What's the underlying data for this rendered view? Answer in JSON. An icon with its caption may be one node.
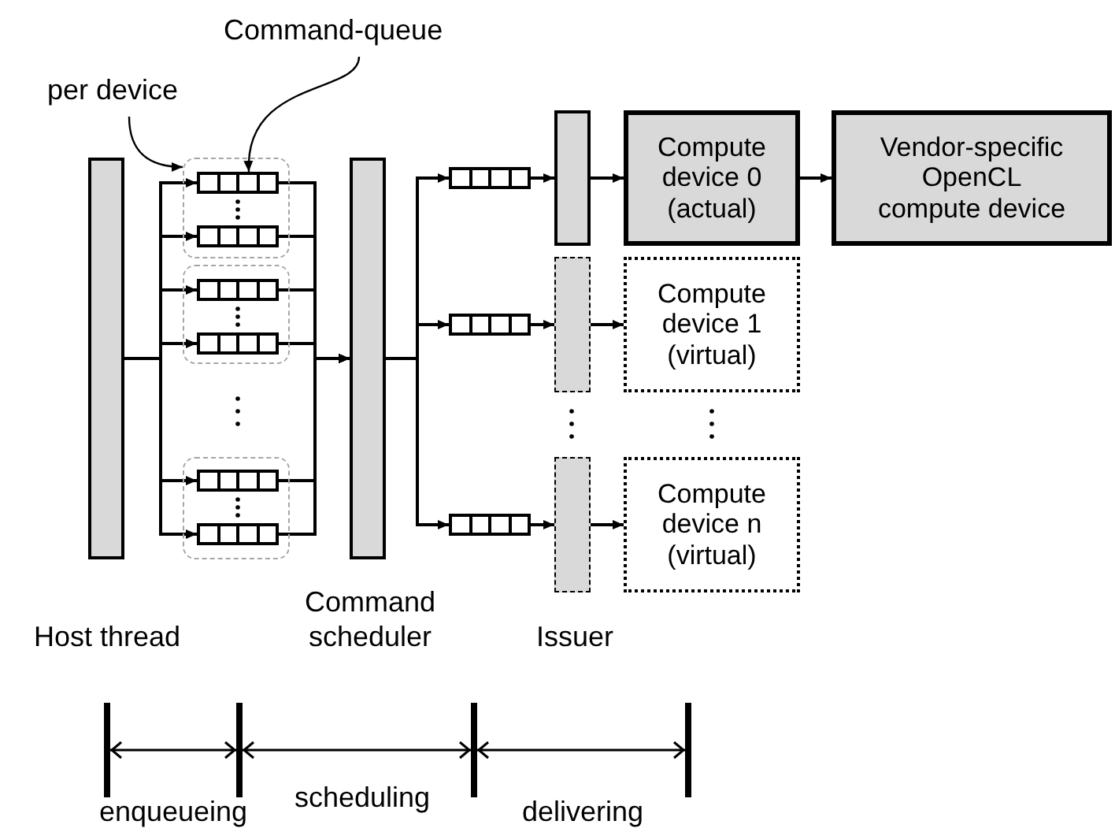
{
  "diagram": {
    "nodes": [
      {
        "text": [
          "per device"
        ]
      },
      {
        "text": [
          "Command-queue"
        ]
      },
      {
        "text": [],
        "shape": "bar"
      },
      {
        "text": [],
        "shape": "box"
      },
      {
        "text": [],
        "shape": "box",
        "in": 3
      },
      {
        "text": [],
        "shape": "box",
        "in": 3
      },
      {
        "text": [],
        "shape": "box"
      },
      {
        "text": [],
        "shape": "box",
        "in": 6
      },
      {
        "text": [],
        "shape": "box",
        "in": 6
      },
      {
        "text": [],
        "shape": "box"
      },
      {
        "text": [],
        "shape": "box",
        "in": 9
      },
      {
        "text": [],
        "shape": "box",
        "in": 9
      },
      {
        "text": [],
        "shape": "bar"
      },
      {
        "text": [],
        "shape": "box"
      },
      {
        "text": [],
        "shape": "bar"
      },
      {
        "text": [
          "Compute device 0 (actual)"
        ]
      },
      {
        "text": [
          "Vendor-specific OpenCL compute device"
        ]
      },
      {
        "text": [],
        "shape": "box"
      },
      {
        "text": [],
        "shape": "bar"
      },
      {
        "text": [
          "Compute device 1 (virtual)"
        ]
      },
      {
        "text": [],
        "shape": "box"
      },
      {
        "text": [],
        "shape": "bar"
      },
      {
        "text": [
          "Compute device n (virtual)"
        ]
      }
    ],
    "edges": [
      {
        "from": 0,
        "to": 3,
        "arrow": "to"
      },
      {
        "from": 1,
        "to": 4,
        "arrow": "to"
      },
      {
        "from": 2,
        "to": 4,
        "arrow": "to"
      },
      {
        "from": 2,
        "to": 5,
        "arrow": "to"
      },
      {
        "from": 2,
        "to": 7,
        "arrow": "to"
      },
      {
        "from": 2,
        "to": 8,
        "arrow": "to"
      },
      {
        "from": 2,
        "to": 10,
        "arrow": "to"
      },
      {
        "from": 2,
        "to": 11,
        "arrow": "to"
      },
      {
        "from": 4,
        "to": 12,
        "arrow": "to"
      },
      {
        "from": 5,
        "to": 12,
        "arrow": "to"
      },
      {
        "from": 7,
        "to": 12,
        "arrow": "to"
      },
      {
        "from": 8,
        "to": 12,
        "arrow": "to"
      },
      {
        "from": 10,
        "to": 12,
        "arrow": "to"
      },
      {
        "from": 11,
        "to": 12,
        "arrow": "to"
      },
      {
        "from": 12,
        "to": 13,
        "arrow": "to"
      },
      {
        "from": 12,
        "to": 17,
        "arrow": "to"
      },
      {
        "from": 12,
        "to": 20,
        "arrow": "to"
      },
      {
        "from": 13,
        "to": 14,
        "arrow": "to"
      },
      {
        "from": 17,
        "to": 18,
        "arrow": "to"
      },
      {
        "from": 20,
        "to": 21,
        "arrow": "to"
      },
      {
        "from": 14,
        "to": 15,
        "arrow": "to"
      },
      {
        "from": 18,
        "to": 19,
        "arrow": "to"
      },
      {
        "from": 21,
        "to": 22,
        "arrow": "to"
      },
      {
        "from": 15,
        "to": 16,
        "arrow": "to"
      }
    ],
    "labels": [
      "Host thread",
      "Command scheduler",
      "Issuer",
      "enqueueing",
      "scheduling",
      "delivering"
    ]
  }
}
